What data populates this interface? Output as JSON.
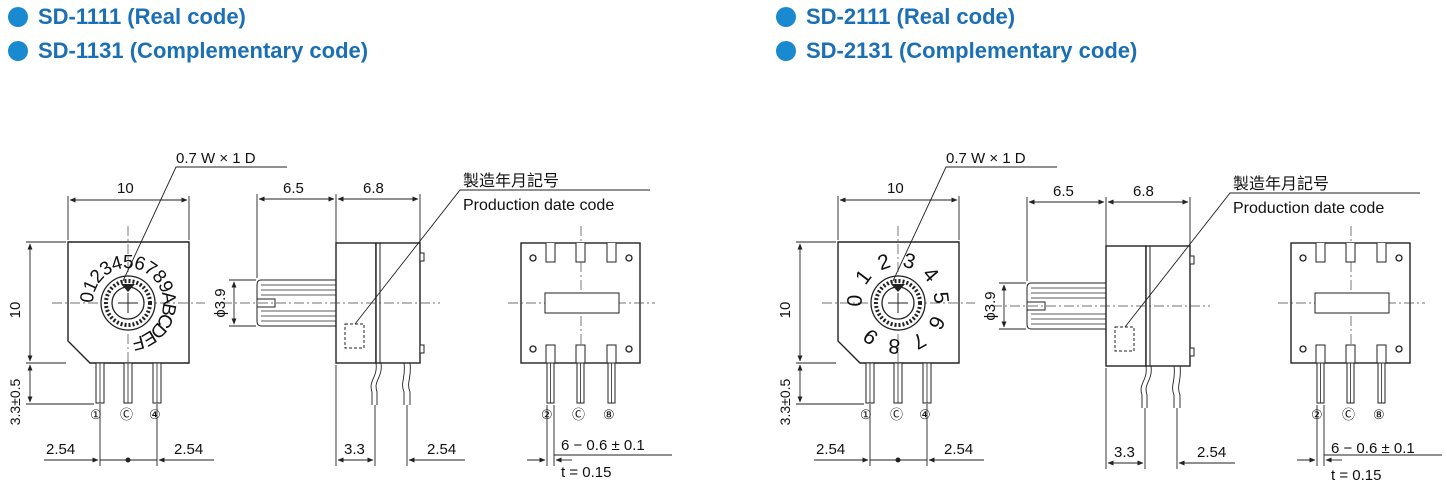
{
  "headings": {
    "left": [
      "SD-1111 (Real code)",
      "SD-1131 (Complementary code)"
    ],
    "right": [
      "SD-2111 (Real code)",
      "SD-2131 (Complementary code)"
    ]
  },
  "colors": {
    "heading": "#1a6fb5",
    "bullet": "#1a8ad0"
  },
  "drawing": {
    "slot": "0.7 W × 1 D",
    "width": "10",
    "height": "10",
    "pin_len": "3.3±0.5",
    "pitch_left": "2.54",
    "pitch_right": "2.54",
    "shaft_dia": "ϕ3.9",
    "side_left": "6.5",
    "side_right": "6.8",
    "date_jp": "製造年月記号",
    "date_en": "Production date code",
    "side_bottom_left": "3.3",
    "side_bottom_right": "2.54",
    "pins_front": [
      "①",
      "Ⓒ",
      "④"
    ],
    "pins_back": [
      "②",
      "Ⓒ",
      "⑧"
    ],
    "back_pins": "6 − 0.6 ± 0.1",
    "back_t": "t = 0.15"
  },
  "dial_left": [
    "0",
    "1",
    "2",
    "3",
    "4",
    "5",
    "6",
    "7",
    "8",
    "9",
    "A",
    "B",
    "C",
    "D",
    "E",
    "F"
  ],
  "dial_right": [
    "0",
    "1",
    "2",
    "3",
    "4",
    "5",
    "6",
    "7",
    "8",
    "9"
  ]
}
